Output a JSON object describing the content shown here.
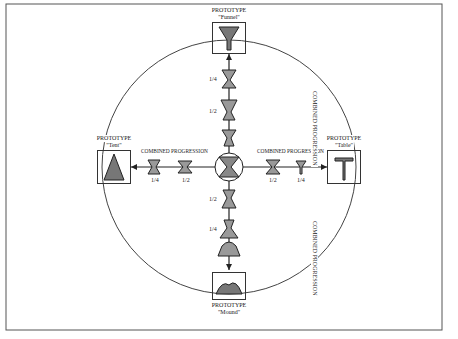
{
  "diagram": {
    "nodes": [
      {
        "text": [
          "PROTOTYPE",
          "\"Funnel\""
        ]
      },
      {
        "text": [
          "PROTOTYPE",
          "\"Tent\""
        ]
      },
      {
        "text": [
          "PROTOTYPE",
          "\"Table\""
        ]
      },
      {
        "text": [
          "PROTOTYPE",
          "\"Mound\""
        ]
      }
    ],
    "labels": [
      "COMBINED PROGRESSION",
      "COMBINED PROGRESSION",
      "COMBINED PROGRESSION",
      "COMBINED PROGRESSION",
      "1/4",
      "1/2",
      "1/2",
      "1/4",
      "1/4",
      "1/2",
      "1/2",
      "1/4"
    ]
  }
}
